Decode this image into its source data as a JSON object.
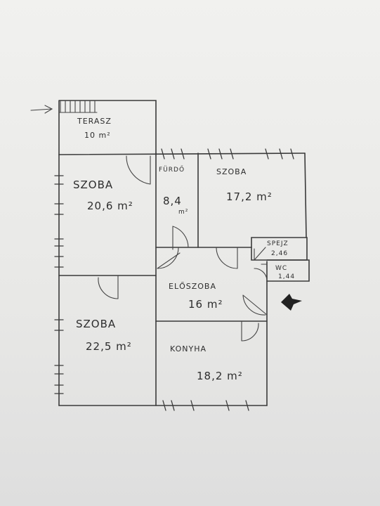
{
  "plan": {
    "rooms": {
      "terasz": {
        "name": "TERASZ",
        "area": "10 m²"
      },
      "szoba1": {
        "name": "SZOBA",
        "area": "20,6 m²"
      },
      "furdo": {
        "name": "FÜRDŐ",
        "area": "8,4",
        "unit": "m²"
      },
      "szoba2": {
        "name": "SZOBA",
        "area": "17,2 m²"
      },
      "spejz": {
        "name": "SPEJZ",
        "area": "2,46"
      },
      "wc": {
        "name": "WC",
        "area": "1,44"
      },
      "eloszoba": {
        "name": "ELŐSZOBA",
        "area": "16 m²"
      },
      "szoba3": {
        "name": "SZOBA",
        "area": "22,5 m²"
      },
      "konyha": {
        "name": "KONYHA",
        "area": "18,2 m²"
      }
    }
  }
}
